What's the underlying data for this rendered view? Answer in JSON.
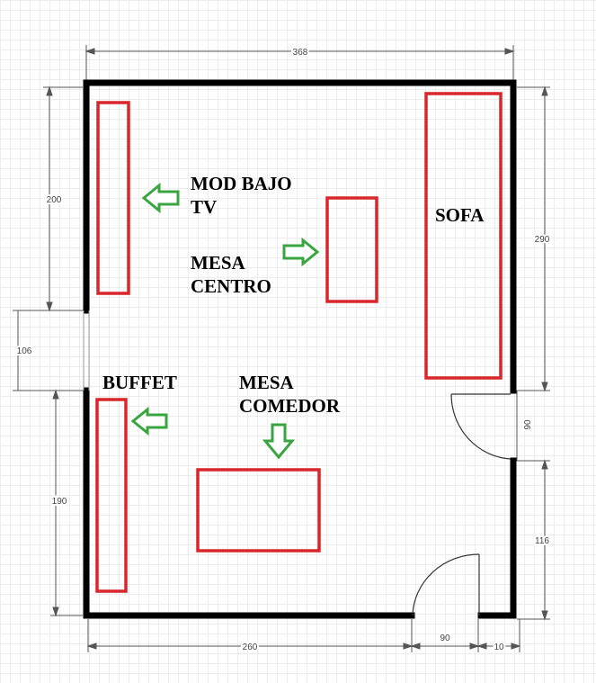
{
  "dimensions": {
    "top_width": "368",
    "left_upper": "200",
    "left_opening": "106",
    "left_lower": "190",
    "right_upper": "290",
    "right_door": "90",
    "right_lower": "116",
    "bottom_left": "260",
    "bottom_door": "90",
    "bottom_right": "10"
  },
  "labels": {
    "mod_bajo_tv_line1": "MOD BAJO",
    "mod_bajo_tv_line2": "TV",
    "mesa_centro_line1": "MESA",
    "mesa_centro_line2": "CENTRO",
    "sofa": "SOFA",
    "buffet": "BUFFET",
    "mesa_comedor_line1": "MESA",
    "mesa_comedor_line2": "COMEDOR"
  },
  "colors": {
    "wall": "#000000",
    "furniture": "#d9262a",
    "arrow": "#3aa540",
    "dimension": "#555555"
  }
}
